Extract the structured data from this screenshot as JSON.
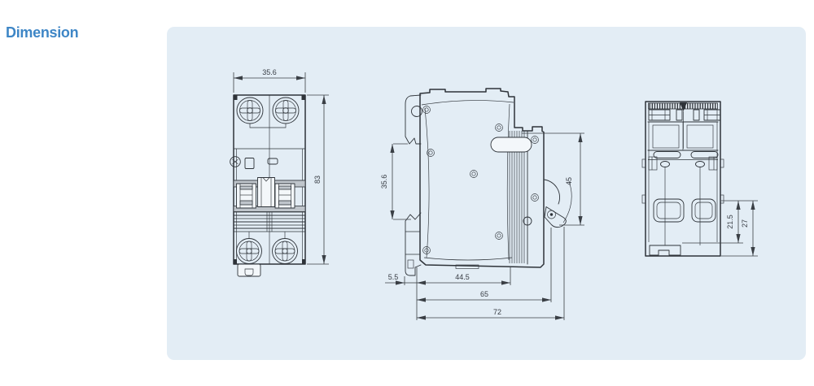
{
  "header": {
    "title": "Dimension"
  },
  "colors": {
    "title": "#3e86c6",
    "panel_bg": "#e3edf5",
    "drawing_line": "#2e3339",
    "dimension_text": "#383d44"
  },
  "drawing": {
    "description": "Three orthographic views of a 2-pole miniature circuit breaker",
    "front_view": {
      "dim_width": "35.6",
      "dim_height": "83"
    },
    "side_view": {
      "dim_din_recess": "35.6",
      "dim_handle_swing": "45",
      "dim_rail_offset": "5.5",
      "dim_body_depth": "44.5",
      "dim_depth_with_handle": "65",
      "dim_overall_depth": "72"
    },
    "back_view": {
      "dim_terminal_inner": "21.5",
      "dim_terminal_outer": "27"
    }
  }
}
